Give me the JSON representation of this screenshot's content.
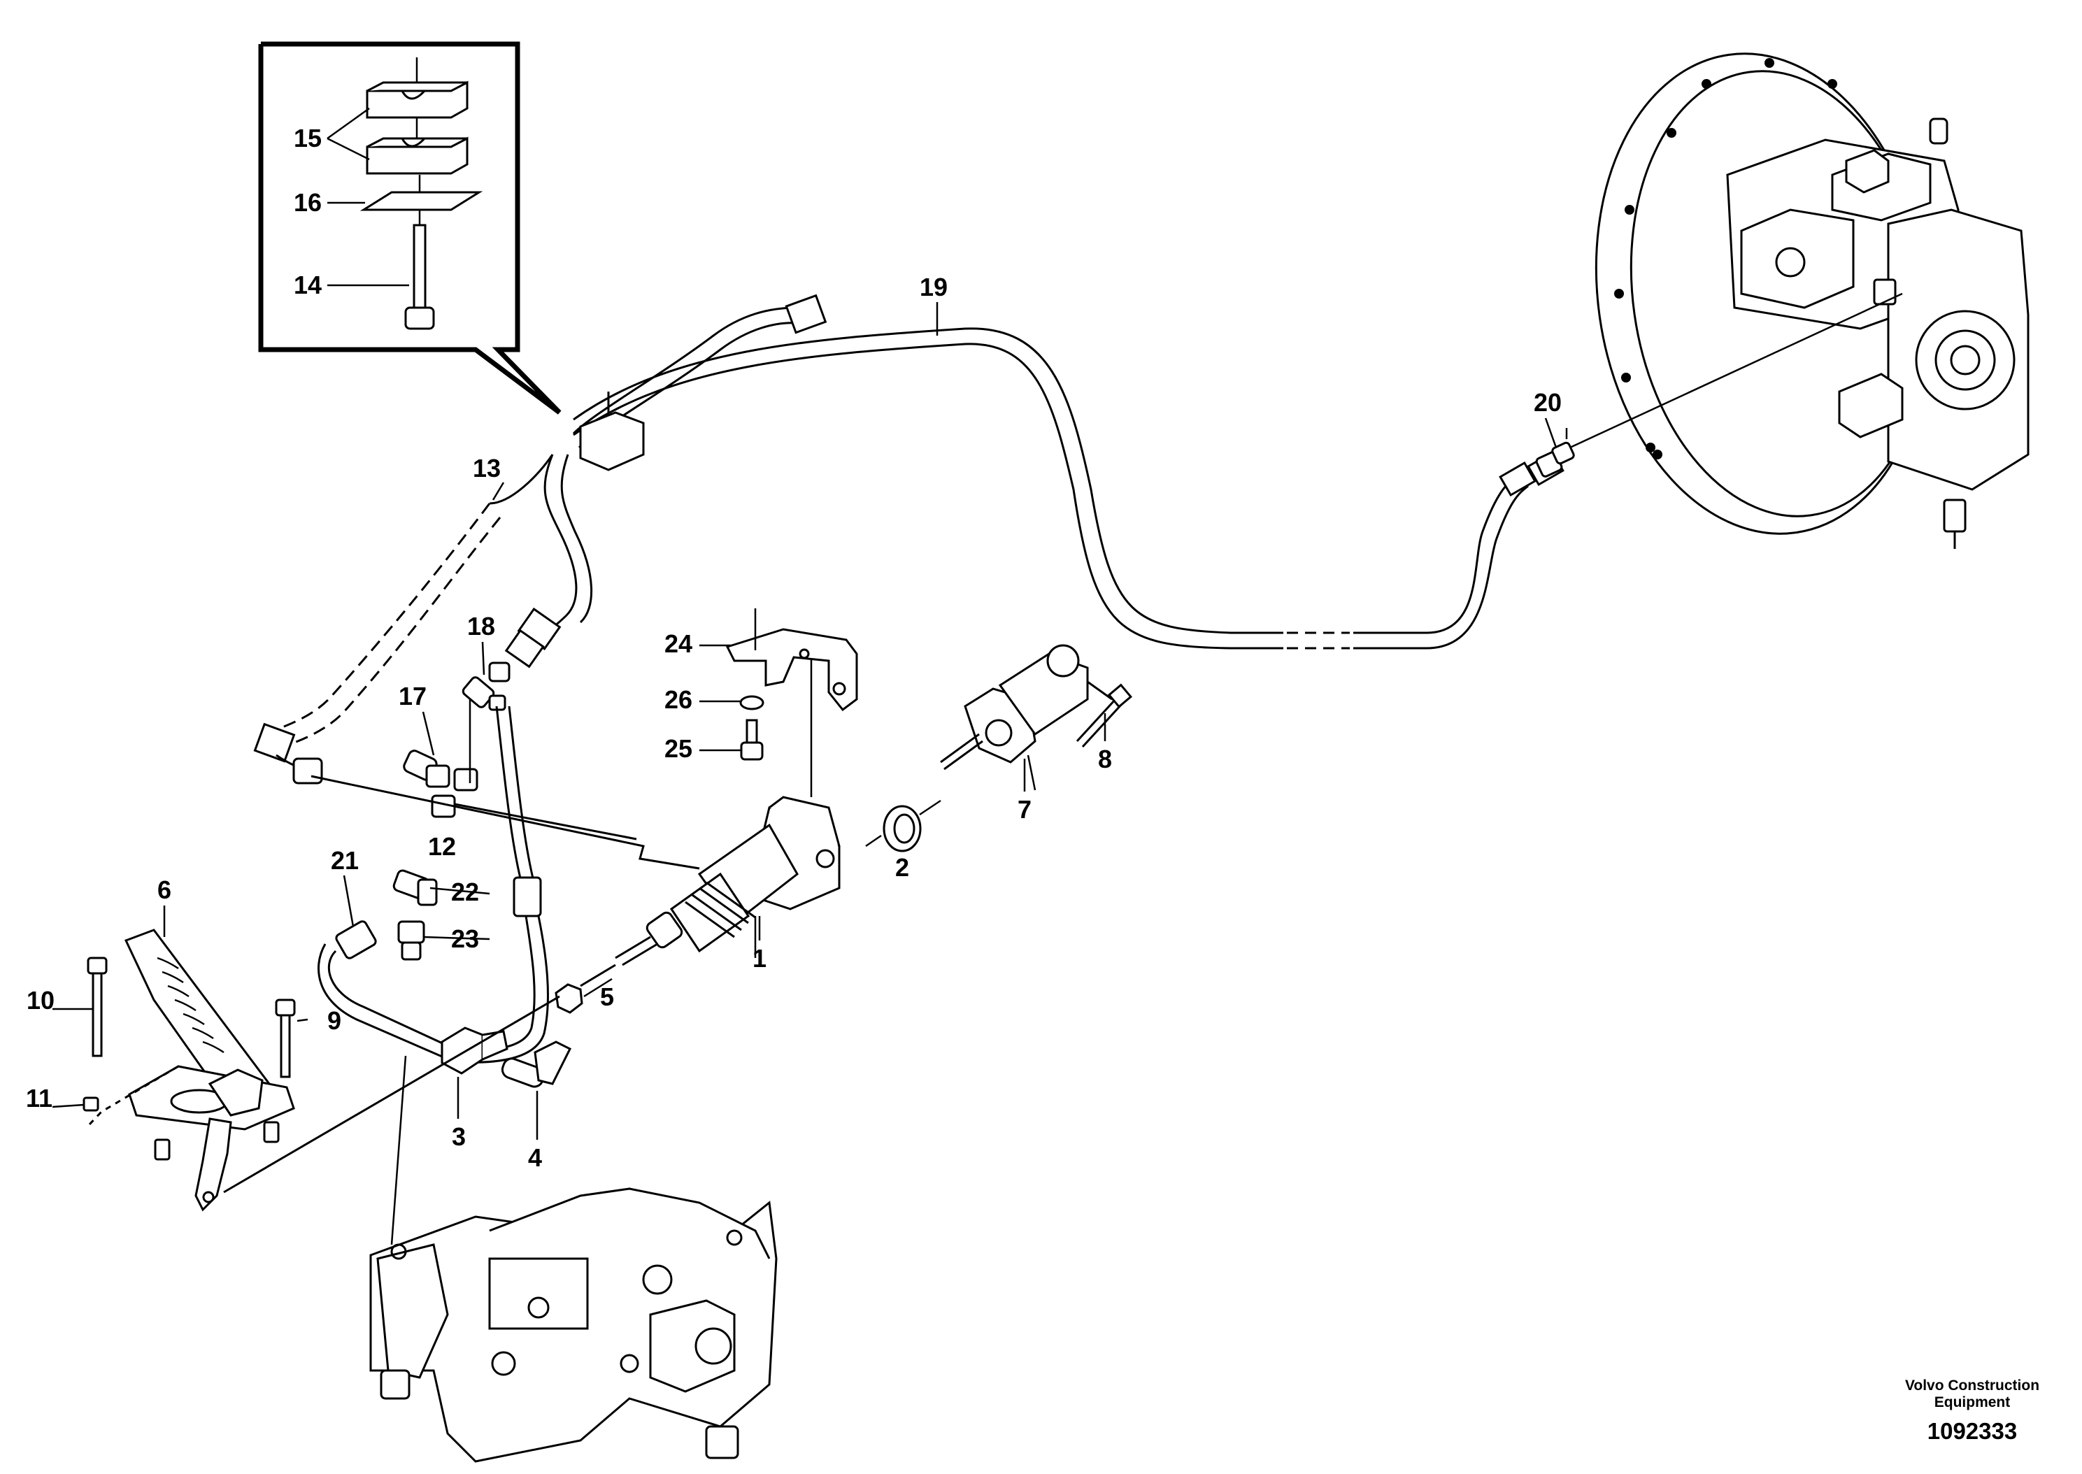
{
  "callouts": [
    {
      "id": "c1",
      "text": "1"
    },
    {
      "id": "c2",
      "text": "2"
    },
    {
      "id": "c3",
      "text": "3"
    },
    {
      "id": "c4",
      "text": "4"
    },
    {
      "id": "c5",
      "text": "5"
    },
    {
      "id": "c6",
      "text": "6"
    },
    {
      "id": "c7",
      "text": "7"
    },
    {
      "id": "c8",
      "text": "8"
    },
    {
      "id": "c9",
      "text": "9"
    },
    {
      "id": "c10",
      "text": "10"
    },
    {
      "id": "c11",
      "text": "11"
    },
    {
      "id": "c12",
      "text": "12"
    },
    {
      "id": "c13",
      "text": "13"
    },
    {
      "id": "c14",
      "text": "14"
    },
    {
      "id": "c15",
      "text": "15"
    },
    {
      "id": "c16",
      "text": "16"
    },
    {
      "id": "c17",
      "text": "17"
    },
    {
      "id": "c18",
      "text": "18"
    },
    {
      "id": "c19",
      "text": "19"
    },
    {
      "id": "c20",
      "text": "20"
    },
    {
      "id": "c21",
      "text": "21"
    },
    {
      "id": "c22",
      "text": "22"
    },
    {
      "id": "c23",
      "text": "23"
    },
    {
      "id": "c24",
      "text": "24"
    },
    {
      "id": "c25",
      "text": "25"
    },
    {
      "id": "c26",
      "text": "26"
    }
  ],
  "footer": {
    "brand_line1": "Volvo Construction",
    "brand_line2": "Equipment",
    "doc_number": "1092333"
  }
}
